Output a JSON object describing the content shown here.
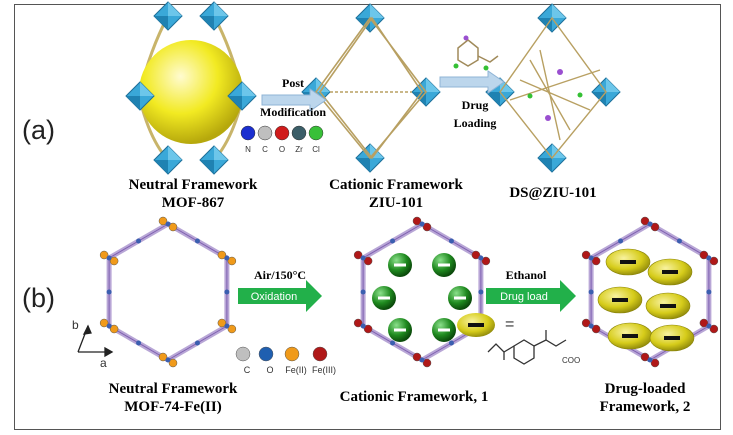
{
  "panel_a": {
    "label": "(a)",
    "arrow1_line1": "Post",
    "arrow1_line2": "Modification",
    "arrow2_line1": "Drug",
    "arrow2_line2": "Loading",
    "legend": [
      "N",
      "C",
      "O",
      "Zr",
      "Cl"
    ],
    "caption1_line1": "Neutral Framework",
    "caption1_line2": "MOF-867",
    "caption2_line1": "Cationic Framework",
    "caption2_line2": "ZIU-101",
    "caption3": "DS@ZIU-101"
  },
  "panel_b": {
    "label": "(b)",
    "arrow1_top": "Air/150°C",
    "arrow1_label": "Oxidation",
    "arrow2_top": "Ethanol",
    "arrow2_label": "Drug load",
    "axis_b": "b",
    "axis_a": "a",
    "legend": [
      "C",
      "O",
      "Fe(II)",
      "Fe(III)"
    ],
    "equals": "=",
    "coo": "COO",
    "caption1_line1": "Neutral Framework",
    "caption1_line2": "MOF-74-Fe(II)",
    "caption2": "Cationic Framework, 1",
    "caption3_line1": "Drug-loaded",
    "caption3_line2": "Framework, 2"
  },
  "colors": {
    "octahedron": "#3aa8d8",
    "linker": "#c8b46a",
    "sphere": "#f2ea22",
    "arrow_a": "#bcd6ec",
    "arrow_b": "#22b04a",
    "green_ion": "#1f8a1f",
    "drug": "#d6cc1a",
    "mof74": "#b8a6d6",
    "fe2": "#f09a1a",
    "fe3": "#b01818"
  }
}
